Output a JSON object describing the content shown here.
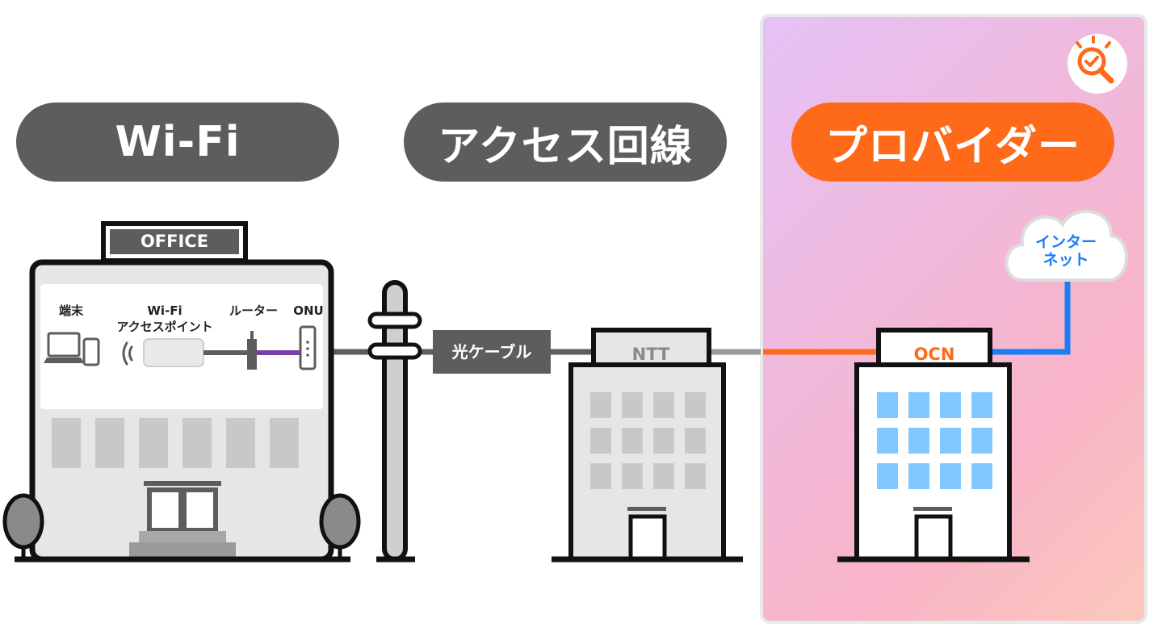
{
  "categories": {
    "wifi": "Wi-Fi",
    "access_line": "アクセス回線",
    "provider": "プロバイダー"
  },
  "office": {
    "sign": "OFFICE",
    "devices": {
      "terminal": "端末",
      "access_point_line1": "Wi-Fi",
      "access_point_line2": "アクセスポイント",
      "router": "ルーター",
      "onu": "ONU"
    }
  },
  "cable": {
    "label": "光ケーブル"
  },
  "ntt": {
    "name": "NTT"
  },
  "ocn": {
    "name": "OCN"
  },
  "internet": {
    "line1": "インター",
    "line2": "ネット"
  },
  "colors": {
    "dark_gray": "#5d5d5d",
    "accent_orange": "#fe6a1a",
    "internet_blue": "#1a7ef5",
    "window_blue": "#80c8ff"
  },
  "icons": [
    "search-check-icon",
    "tree-icon",
    "building-icon",
    "cloud-icon",
    "laptop-icon",
    "phone-icon",
    "wifi-signal-icon"
  ]
}
